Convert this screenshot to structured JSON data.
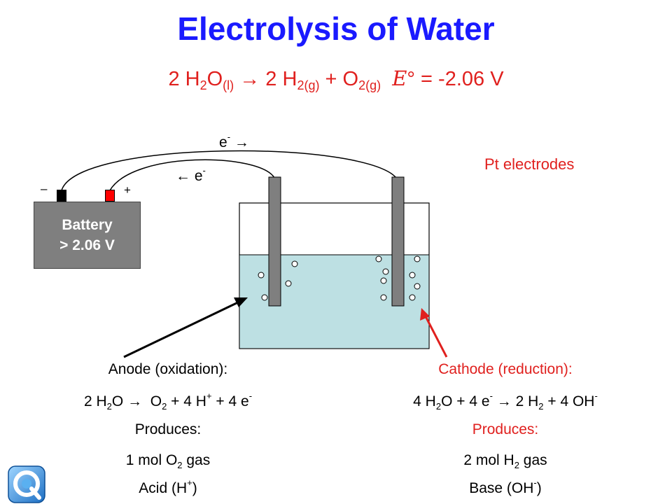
{
  "title": "Electrolysis of Water",
  "equation": {
    "coef1": "2 H",
    "sub1": "2",
    "mid1": "O",
    "sub_l": "(l)",
    "arrow": "→",
    "coef2": "2 H",
    "sub2": "2(g)",
    "plus": "+ O",
    "sub3": "2(g)",
    "e_symbol": "E",
    "tail": "° = -2.06 V"
  },
  "battery": {
    "line1": "Battery",
    "line2": "> 2.06 V",
    "minus": "–",
    "plus": "+"
  },
  "electron_labels": {
    "top": "e",
    "top_sup": "-",
    "top_arrow": "→",
    "bottom_arrow": "←",
    "bottom": "e",
    "bottom_sup": "-"
  },
  "pt_label": "Pt electrodes",
  "anode": {
    "heading": "Anode (oxidation):",
    "eq": {
      "a": "2 H",
      "s1": "2",
      "b": "O",
      "arrow": "→",
      "c": "O",
      "s2": "2",
      "d": "+ 4 H",
      "p1": "+",
      "e": "+ 4 e",
      "p2": "-"
    },
    "produces": "Produces:",
    "line1": {
      "a": "1 mol O",
      "s": "2",
      "b": "gas"
    },
    "line2": {
      "a": "Acid (H",
      "p": "+",
      "b": ")"
    }
  },
  "cathode": {
    "heading": "Cathode (reduction):",
    "eq": {
      "a": "4 H",
      "s1": "2",
      "b": "O + 4 e",
      "p1": "-",
      "arrow": "→",
      "c": "2 H",
      "s2": "2",
      "d": "+ 4 OH",
      "p2": "-"
    },
    "produces": "Produces:",
    "line1": {
      "a": "2 mol H",
      "s": "2",
      "b": "gas"
    },
    "line2": {
      "a": "Base (OH",
      "p": "-",
      "b": ")"
    }
  },
  "colors": {
    "title": "#1a1aff",
    "accent_red": "#e0201e",
    "water": "#bde0e3",
    "electrode": "#7f7f7f",
    "battery": "#7f7f7f"
  },
  "icons": [
    "quicktime-logo-icon"
  ]
}
